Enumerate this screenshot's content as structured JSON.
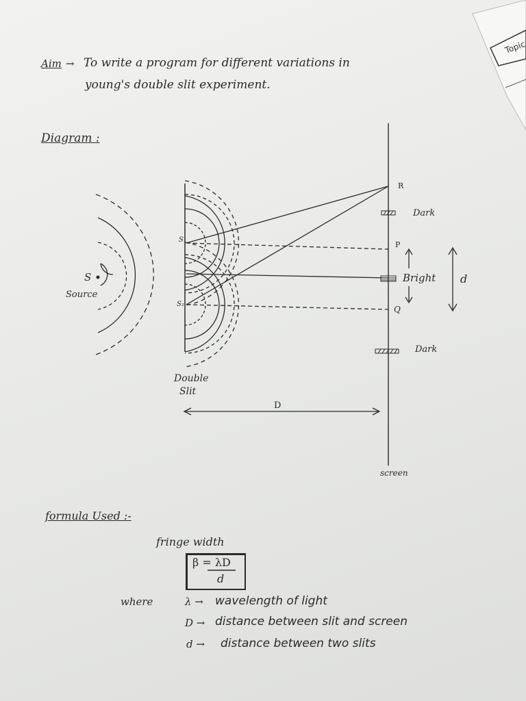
{
  "aim": {
    "label": "Aim",
    "line1": "To write a program for different variations in",
    "line2": "young's double slit experiment."
  },
  "diagram": {
    "heading": "Diagram :",
    "labels": {
      "source_point": "S",
      "source": "Source",
      "s1": "S₁",
      "s2": "S₂",
      "r": "R",
      "p": "P",
      "q": "Q",
      "dark_top": "Dark",
      "bright": "Bright",
      "dark_bottom": "Dark",
      "d_small": "d",
      "d_large": "D",
      "double_slit_1": "Double",
      "double_slit_2": "Slit",
      "screen": "screen"
    }
  },
  "formula": {
    "heading": "formula Used :-",
    "fringe_label": "fringe width",
    "beta_eq": "β = λD",
    "denominator": "d",
    "where": "where",
    "definitions": [
      {
        "symbol": "λ →",
        "text": "wavelength of light"
      },
      {
        "symbol": "D →",
        "text": "distance between slit and screen"
      },
      {
        "symbol": "d →",
        "text": "distance between two slits"
      }
    ]
  },
  "side_card": {
    "label": "Topic"
  },
  "colors": {
    "ink": "#2a2a2a",
    "paper": "#efefed",
    "background": "#3a4654"
  }
}
